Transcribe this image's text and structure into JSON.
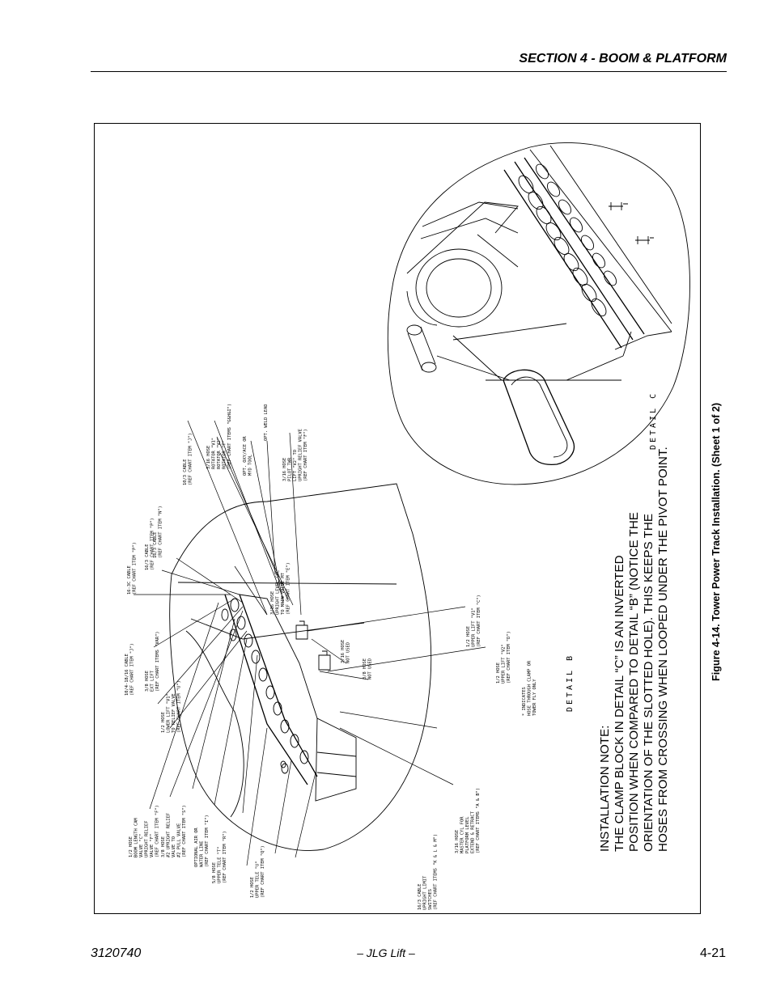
{
  "header": {
    "section_title": "SECTION 4 - BOOM & PLATFORM"
  },
  "footer": {
    "doc_number": "3120740",
    "publisher": "– JLG Lift –",
    "page_number": "4-21"
  },
  "figure": {
    "caption": "Figure 4-14.  Tower Power Track Installation. (Sheet 1 of 2)",
    "detail_b_label": "DETAIL  B",
    "detail_c_label": "DETAIL  C",
    "installation_note": {
      "title": "INSTALLATION NOTE:",
      "lines": [
        "THE CLAMP BLOCK IN DETAIL “C” IS AN INVERTED",
        "POSITION WHEN COMPARED TO DETAIL “B” (NOTICE THE",
        "ORIENTATION OF THE SLOTTED HOLE). THIS KEEPS THE",
        "HOSES FROM CROSSING WHEN LOOPED UNDER THE PIVOT POINT."
      ]
    },
    "callouts": {
      "c01": [
        "1/2 HOSE",
        "BOOM LENGTH CAM",
        "VALVE \"C\"",
        "UPRIGHT RELIEF",
        "VALVE \"F\"",
        "(REF CHART ITEM \"F\")"
      ],
      "c02": [
        "3/8 HOSE",
        "#2 UPRIGHT RELIEF",
        "VALVE TO",
        "#2 PULL VALVE",
        "(REF CHART ITEM \"S\")"
      ],
      "c03": [
        "OPTIONAL AIR OR",
        "WATER LINE",
        "(REF CHART ITEM \"I\")"
      ],
      "c04": [
        "5/8 HOSE",
        "UPPER TELE \"T\"",
        "(REF CHART ITEM \"R\")"
      ],
      "c05": [
        "1/2 HOSE",
        "UPPER TELE \"U\"",
        "(REF CHART ITEM \"Q\")"
      ],
      "c06": [
        "16/3 CABLE",
        "UPRIGHT LIMIT",
        "SWITCHES",
        "(REF CHART ITEMS \"K & L & M\")"
      ],
      "c07": [
        "3/16 HOSE",
        "MASTER CYL FOR",
        "PLATFORM LEVEL",
        "EXTEND & RETRACT",
        "(REF CHART ITEMS \"A & B\")"
      ],
      "c08": [
        "* INDICATES",
        "HOSE THROUGH CLAMP OR",
        "TOWER FLY ONLY"
      ],
      "c09": [
        "1/2 HOSE",
        "UPPER LIFT \"V2\"",
        "(REF CHART ITEM \"D\")"
      ],
      "c10": [
        "1/2 HOSE",
        "UPPER LIFT \"V1\"",
        "(REF CHART ITEM \"C\")"
      ],
      "c11": [
        "3/8 HOSE",
        "NOT USED"
      ],
      "c12": [
        "3/16 HOSE",
        "NOT USED"
      ],
      "c13": [
        "10/4-18/16 CABLE",
        "(REF CHART ITEM \"J\")"
      ],
      "c14": [
        "3/8 HOSE",
        "EXT LIFT",
        "(REF CHART ITEMS \"VAR\")"
      ],
      "c15": [
        "1/2 HOSE",
        "LOWER LIFT \"V1\"",
        "TO RELIEF VALVE",
        "(REF CHART ITEM \"U\")"
      ],
      "c16": [
        "16-3C CABLE",
        "(REF CHART ITEM \"P\")"
      ],
      "c17": [
        "16/3 CABLE",
        "(REF CHART ITEM \"P\")"
      ],
      "c18": [
        "16/3 CABLE",
        "(REF CHART ITEM \"N\")"
      ],
      "c19": [
        "3/16 HOSE",
        "UPRIGHT LEVEL CYL",
        "TO MAIN VALVE MT",
        "(REF CHART ITEM \"E\")"
      ],
      "c20": [
        "10/3 CABLE",
        "(REF CHART ITEM \"J\")"
      ],
      "c21": [
        "3/16 HOSE",
        "ROTATOR \"V1\"",
        "ROTATOR \"V2\"",
        "ROTATOR \"T\"",
        "(REF CHART ITEMS \"G&H&I\")"
      ],
      "c22": [
        "OPT. WELD LEAD"
      ],
      "c23": [
        "OPT. OXY/ACE OR",
        "MYD TOOL"
      ],
      "c24": [
        "3/16 HOSE",
        "PILOT TWR",
        "LIFT \"V2\" TO",
        "UPRIGHT RELIEF VALVE",
        "(REF CHART ITEM \"F\")"
      ]
    }
  }
}
